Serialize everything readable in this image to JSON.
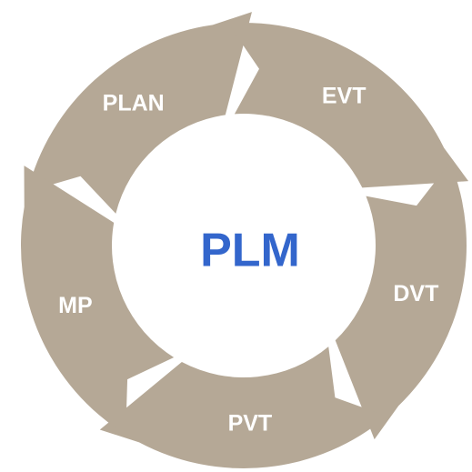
{
  "diagram": {
    "center_label": "PLM",
    "center_color": "#3366cc",
    "segment_color": "#b5a896",
    "segments": [
      {
        "label": "PLAN"
      },
      {
        "label": "EVT"
      },
      {
        "label": "DVT"
      },
      {
        "label": "PVT"
      },
      {
        "label": "MP"
      }
    ]
  }
}
